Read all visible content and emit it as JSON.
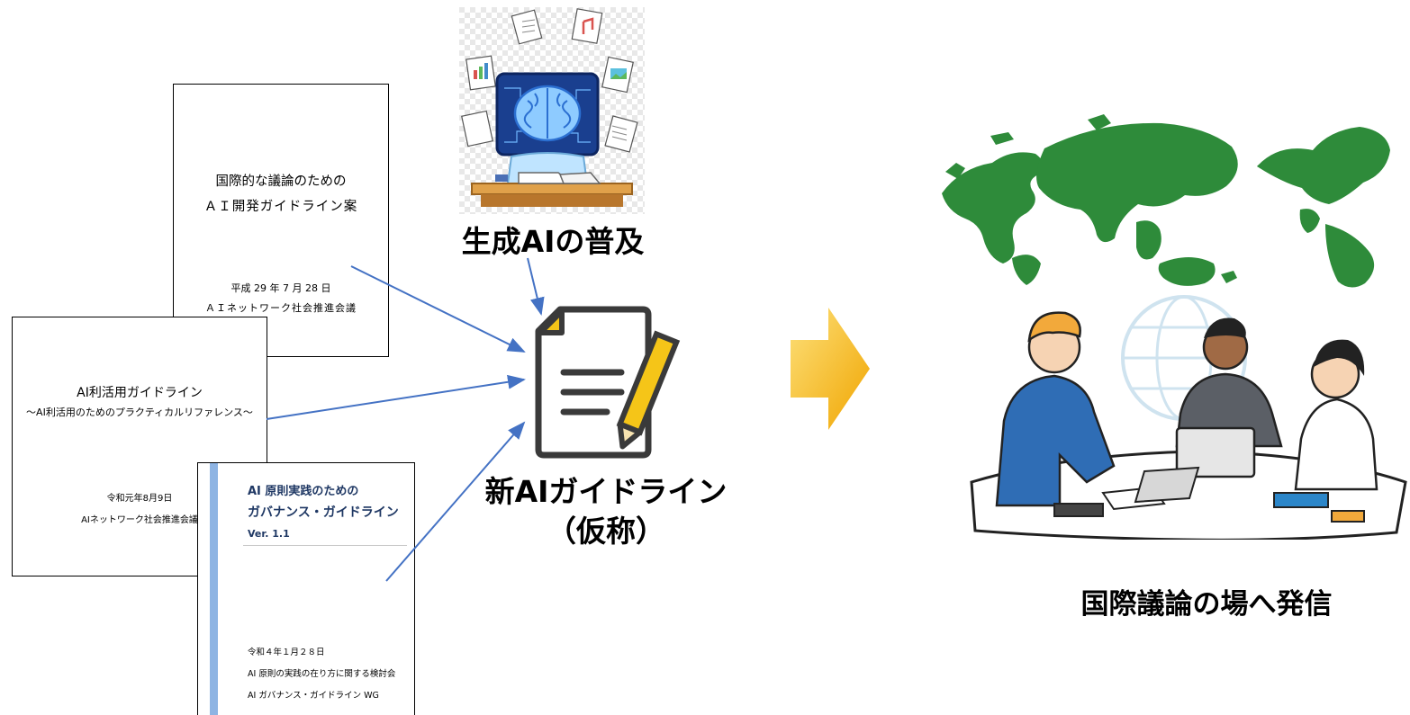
{
  "documents": {
    "doc1": {
      "title_line1": "国際的な議論のための",
      "title_line2": "ＡＩ開発ガイドライン案",
      "date": "平成 29 年 7 月 28 日",
      "org": "ＡＩネットワーク社会推進会議"
    },
    "doc2": {
      "title": "AI利活用ガイドライン",
      "subtitle": "～AI利活用のためのプラクティカルリファレンス～",
      "date": "令和元年8月9日",
      "org": "AIネットワーク社会推進会議"
    },
    "doc3": {
      "title_line1": "AI 原則実践のための",
      "title_line2": "ガバナンス・ガイドライン",
      "version": "Ver. 1.1",
      "date": "令和４年１月２８日",
      "org_line1": "AI 原則の実践の在り方に関する検討会",
      "org_line2": "AI ガバナンス・ガイドライン WG"
    }
  },
  "labels": {
    "generative_ai": "生成AIの普及",
    "new_guideline_line1": "新AIガイドライン",
    "new_guideline_line2": "（仮称）",
    "international": "国際議論の場へ発信"
  },
  "colors": {
    "arrow_blue": "#4472c4",
    "big_arrow_orange": "#f5b51b",
    "map_green": "#2e8b3a",
    "pencil_yellow": "#f5c518"
  },
  "icons": [
    "ai-brain-robot-icon",
    "document-pencil-icon",
    "world-map-icon",
    "business-meeting-icon"
  ]
}
